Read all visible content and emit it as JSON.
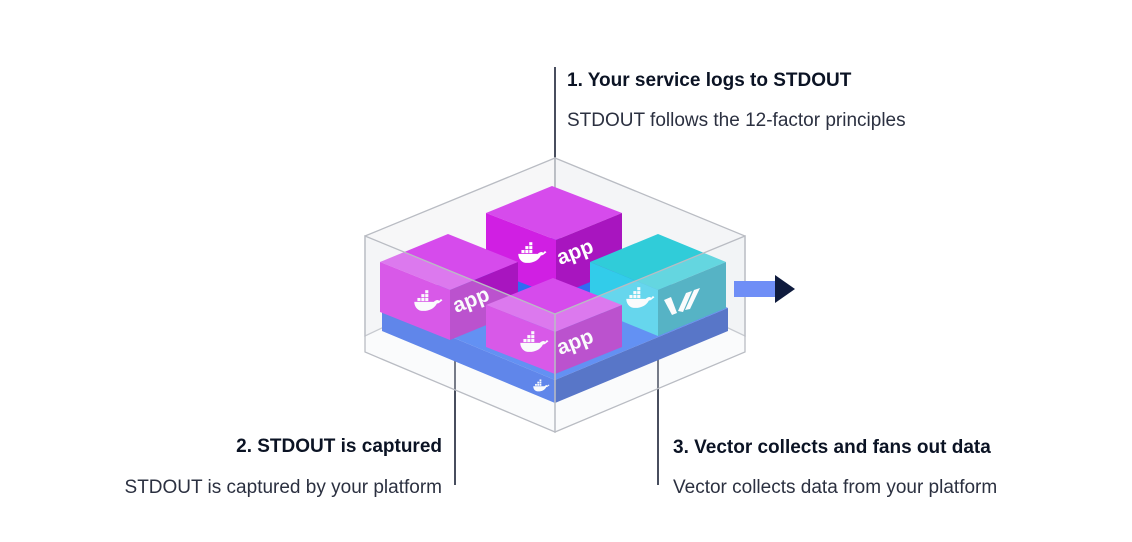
{
  "callouts": {
    "step1": {
      "title": "1. Your service logs to STDOUT",
      "desc": "STDOUT follows the 12-factor principles"
    },
    "step2": {
      "title": "2. STDOUT is captured",
      "desc": "STDOUT is captured by your platform"
    },
    "step3": {
      "title": "3. Vector collects and fans out data",
      "desc": "Vector collects data from your platform"
    }
  },
  "diagram": {
    "app_label": "app",
    "vector_logo": "vector-logo",
    "container_icon": "docker-whale-icon",
    "colors": {
      "app_top": "#d64bec",
      "app_front": "#d01fe3",
      "app_side": "#a815bf",
      "vector_top": "#30ccd9",
      "vector_front": "#2ec7e6",
      "vector_side": "#1c9bb3",
      "platform_top": "#2f6cf3",
      "platform_front": "#2a5ee6",
      "platform_side": "#1f47b8",
      "arrow": "#0f1b3d",
      "arrow_tail": "#6f8ef6",
      "leader_line": "#1a2236",
      "cage": "#b9bcc3"
    }
  }
}
